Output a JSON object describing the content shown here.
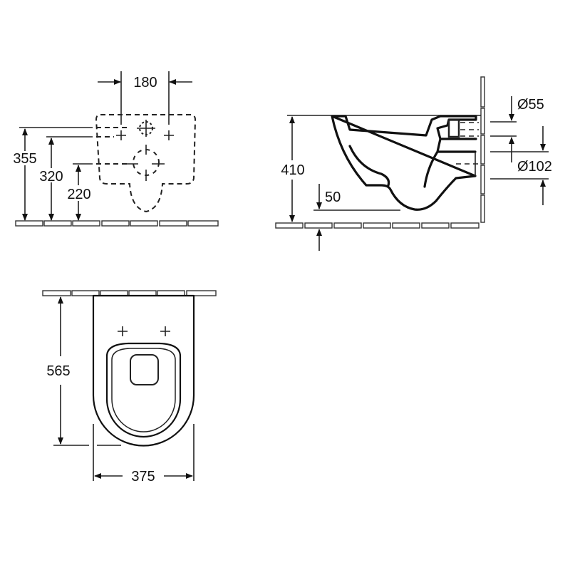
{
  "drawing": {
    "rear_view": {
      "fixing_width": "180",
      "height_top": "355",
      "height_mid": "320",
      "height_low": "220"
    },
    "side_view": {
      "rim_height": "410",
      "floor_offset": "50",
      "inlet_diameter": "Ø55",
      "outlet_diameter": "Ø102"
    },
    "top_view": {
      "projection": "565",
      "width": "375"
    }
  }
}
